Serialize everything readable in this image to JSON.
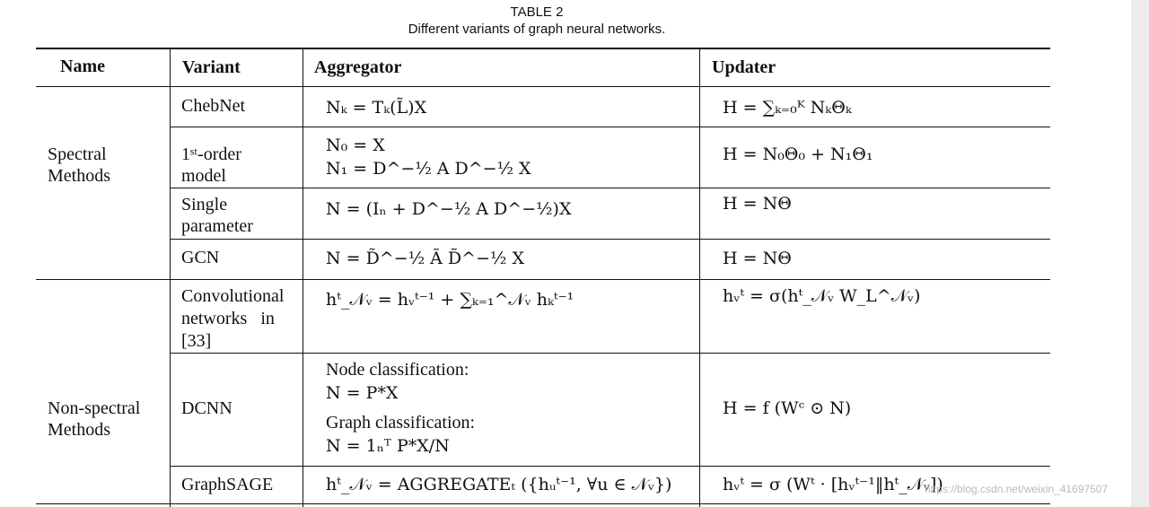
{
  "caption": {
    "label": "TABLE 2",
    "title": "Different variants of graph neural networks."
  },
  "header": {
    "name": "Name",
    "variant": "Variant",
    "aggregator": "Aggregator",
    "updater": "Updater"
  },
  "groups": [
    {
      "name_line1": "Spectral",
      "name_line2": "Methods"
    },
    {
      "name_line1": "Non-spectral",
      "name_line2": "Methods"
    }
  ],
  "rows": [
    {
      "variant_lines": [
        "ChebNet"
      ],
      "aggregator_lines": [
        "Nₖ = Tₖ(L̃)X"
      ],
      "updater": "H = ∑ₖ₌₀ᴷ NₖΘₖ"
    },
    {
      "variant_lines": [
        "1ˢᵗ-order",
        "model"
      ],
      "aggregator_lines": [
        "N₀ = X",
        "N₁ = D^−½ A D^−½ X"
      ],
      "updater": "H = N₀Θ₀ + N₁Θ₁"
    },
    {
      "variant_lines": [
        "Single",
        "parameter"
      ],
      "aggregator_lines": [
        "N = (Iₙ + D^−½ A D^−½)X"
      ],
      "updater": "H = NΘ"
    },
    {
      "variant_lines": [
        "GCN"
      ],
      "aggregator_lines": [
        "N = D̃^−½ Ã D̃^−½ X"
      ],
      "updater": "H = NΘ"
    },
    {
      "variant_lines": [
        "Convolutional",
        "networks   in",
        "[33]"
      ],
      "aggregator_lines": [
        "hᵗ_𝒩ᵥ = hᵥᵗ⁻¹ + ∑ₖ₌₁^𝒩ᵥ hₖᵗ⁻¹"
      ],
      "updater": "hᵥᵗ = σ(hᵗ_𝒩ᵥ W_L^𝒩ᵥ)"
    },
    {
      "variant_lines": [
        "DCNN"
      ],
      "aggregator_lines": [
        "Node classification:",
        "N = P*X",
        "Graph classification:",
        "N = 1ₙᵀ P*X/N"
      ],
      "updater": "H = f (Wᶜ ⊙ N)"
    },
    {
      "variant_lines": [
        "GraphSAGE"
      ],
      "aggregator_lines": [
        "hᵗ_𝒩ᵥ = AGGREGATEₜ ({hᵤᵗ⁻¹, ∀u ∈ 𝒩ᵥ})"
      ],
      "updater": "hᵥᵗ = σ (Wᵗ · [hᵥᵗ⁻¹‖hᵗ_𝒩ᵥ])"
    }
  ],
  "watermark": "https://blog.csdn.net/weixin_41697507"
}
